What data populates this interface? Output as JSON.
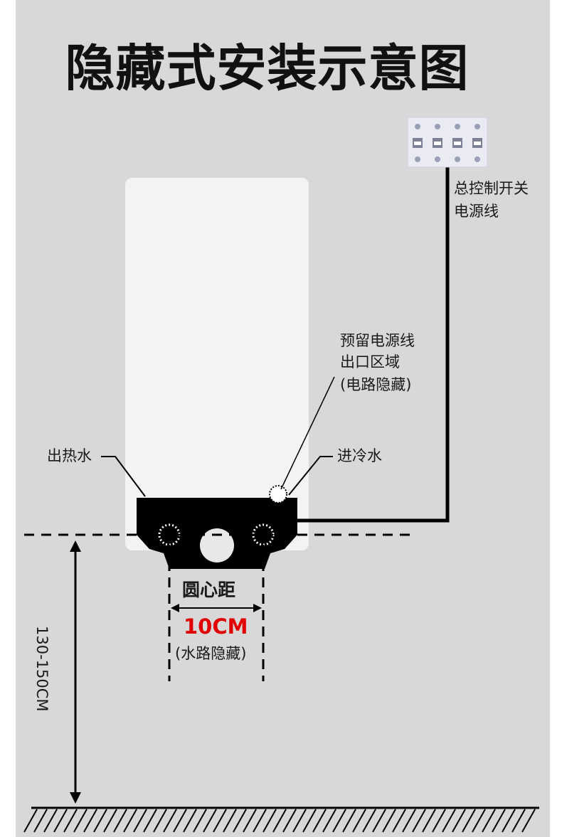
{
  "title": "隐藏式安装示意图",
  "labels": {
    "main_switch": "总控制开关",
    "power_line": "电源线",
    "reserved_outlet_1": "预留电源线",
    "reserved_outlet_2": "出口区域",
    "reserved_outlet_3": "(电路隐藏)",
    "hot_water_out": "出热水",
    "cold_water_in": "进冷水",
    "center_distance": "圆心距",
    "distance_value": "10CM",
    "pipe_hidden": "(水路隐藏)",
    "install_height": "130-150CM"
  },
  "colors": {
    "background": "#d8d8d8",
    "heater_body": "#f2f3f5",
    "heater_base": "#000000",
    "accent_red": "#e00000"
  }
}
